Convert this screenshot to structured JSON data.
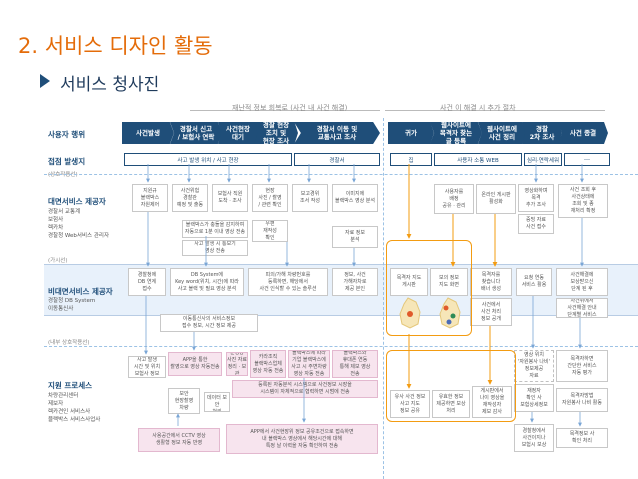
{
  "page": {
    "title": "2. 서비스 디자인 활동",
    "subtitle": "서비스 청사진"
  },
  "header_notes": {
    "left": "재난적 정보 회복로 (사건 내 사건 해결)",
    "right": "사건 이 해결 시 추가 절차"
  },
  "rows": {
    "user_action": "사용자 행위",
    "touchpoint": "접점 발생지",
    "touchpoint_sub": "(상호작용선)",
    "frontline": "대면서비스 제공자",
    "frontline_sub": "경찰서 교통계\n보험사\n렉카차\n경찰청 Web서비스 관리자",
    "visibility": "(가시선)",
    "backstage": "비대면서비스 제공자",
    "backstage_sub": "경찰청 DB System\n이동통신사",
    "internal": "(내부 상호작용선)",
    "support": "지원 프로세스",
    "support_sub": "차량관리센터\n제보자\n렉카견인 서비스사\n블랙박스 서비스사업사"
  },
  "steps": [
    {
      "label": "사건발생"
    },
    {
      "label": "경찰서 신고\n/ 보험사 연락"
    },
    {
      "label": "사건현장\n대기"
    },
    {
      "label": "경찰 현장\n조치 및\n현장 조사"
    },
    {
      "label": "경찰서 이동 및\n교통사고 조사"
    },
    {
      "label": "귀가"
    },
    {
      "label": "웹사이트에\n목격자 찾는\n글 등록"
    },
    {
      "label": "웹사이트에\n사건 정리"
    },
    {
      "label": "경찰\n2차 조사"
    },
    {
      "label": "사건 종결"
    }
  ],
  "touchpoints": [
    {
      "label": "사고 발생 위치 / 사고 현장"
    },
    {
      "label": "경찰서"
    },
    {
      "label": "집"
    },
    {
      "label": "사용자 소통 WEB"
    },
    {
      "label": "심리·연락세워"
    },
    {
      "label": "---"
    }
  ],
  "frontline_boxes": [
    {
      "text": "지원규\n블랙박스\n자원제어"
    },
    {
      "text": "사건위험\n경찰관\n예정 및 출동"
    },
    {
      "text": "보험사 직원\n도착 · 조사"
    },
    {
      "text": "현장\n사진 / 촬영\n/ 관련 확인"
    },
    {
      "text": "보고경위\n조서 작성"
    },
    {
      "text": "이미지에\n블랙박스 영상 분석"
    },
    {
      "text": "블랙박스가 충돌을 감지하여\n자동으로 1분 이내 영상 전송"
    },
    {
      "text": "우편\n재작성\n확인"
    },
    {
      "text": "사고 발생 시 통보기\n영상 전송"
    },
    {
      "text": "자료 정보\n분석"
    },
    {
      "text": "사용자를\n배정\n공유 · 관리"
    },
    {
      "text": "온라인 게시판\n활성화"
    },
    {
      "text": "증빙 자료\n사건 접수"
    },
    {
      "text": "영상화하며\n목격\n추가 조사"
    },
    {
      "text": "사건 조회 후\n사건상태에\n조회 및 종\n재처리 확정"
    }
  ],
  "backstage_boxes": [
    {
      "text": "경찰청에\nDB 연계\n접수"
    },
    {
      "text": "DB System에\nKey word(위치, 시간)에 따라\n사고 블랙 및 필요 영상 분석"
    },
    {
      "text": "피의/가해 차량번호를\n등록하면, 해당에서\n사건 인식할 수 있는 솔루션"
    },
    {
      "text": "정보, 사건\n가해자차로\n제공 본인"
    },
    {
      "text": "목격자 지도\n게시판"
    },
    {
      "text": "보의 정보\n지도 화면"
    },
    {
      "text": "목격자를\n찾습니다\n배너 생성"
    },
    {
      "text": "요청 연동\n서비스 활용"
    },
    {
      "text": "사건에서\n사건 처리\n정보 공개"
    },
    {
      "text": "사건해결에\n보상받으신\n단계 된 후"
    },
    {
      "text": "사건위에서\n사건해결 안내\n단계별 서비스"
    },
    {
      "text": "이동통신사의 서비스정보\n접수 정보, 시간 정보 제공"
    }
  ],
  "support_boxes": [
    {
      "text": "사고 발생\n시간 및 위치\n보험사 정보"
    },
    {
      "text": "APP을 통한\n촬영으로 영상 자동전송"
    },
    {
      "text": "운영상\n사진 자료\n정리 · 보관"
    },
    {
      "text": "카라조직\n블랙박스업체\n영상 자동 전송"
    },
    {
      "text": "블랙박스에 따라\n기업 블랙박스에\n사고 시 주변차량\n영상 자동 전송"
    },
    {
      "text": "블랙박스와\n휴대폰 연동\n통해 제보 영상\n전송"
    },
    {
      "text": "등록된 자동분석 시스템으로 사건정보 시장을\n시스템이 자체적으로 협력하면 시범에 전송"
    },
    {
      "text": "보안\n현장촬영\n차량"
    },
    {
      "text": "위험 정보\n데이터 보안\n처리"
    },
    {
      "text": "사용공간에서 CCTV 영상\n생활형 정보 자동 반영"
    },
    {
      "text": "APP에서 사건현장위 정보 공유조건으로 접속하면\n내 블랙박스 영상에서 해당시간에 대해\n특정 날 이력을 자동 확인하여 전송"
    },
    {
      "text": "유사 사건 정보\n사고 지도\n정보 공유"
    },
    {
      "text": "유효한 정보\n제공하면 보상\n처리"
    },
    {
      "text": "게시판에서\n나이 영상을\n재작성자\n제보 감사"
    },
    {
      "text": "영상 위치\n'자원봉사 나비'\n정보제공\n자료"
    },
    {
      "text": "목격자하면\n간단한 서비스\n자동 평가"
    },
    {
      "text": "재정자\n확인 사\n보험상세정보"
    },
    {
      "text": "목격자방법\n자원봉사 나비 활동"
    },
    {
      "text": "경찰청에서\n사건이지나\n보험시 보상"
    },
    {
      "text": "목격정보 사\n확인 처리"
    }
  ]
}
